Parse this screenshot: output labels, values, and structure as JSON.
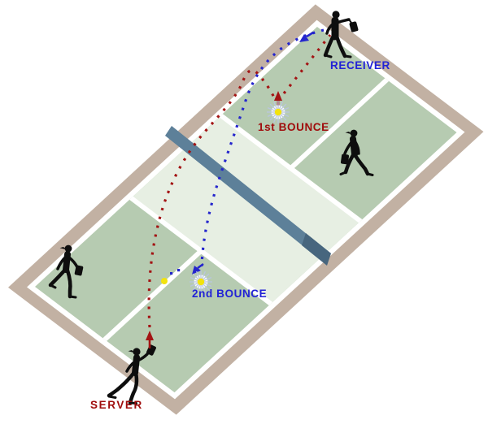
{
  "labels": {
    "receiver": "RECEIVER",
    "first_bounce": "1st BOUNCE",
    "second_bounce": "2nd BOUNCE",
    "server": "SERVER"
  },
  "colors": {
    "background": "#ffffff",
    "court_green": "#b6cbb1",
    "kitchen_green": "#e7efe3",
    "border_tan": "#c2b1a3",
    "line_white": "#ffffff",
    "net_slate": "#5d8099",
    "net_slate_dark": "#47667e",
    "serve_red": "#a31414",
    "return_blue": "#2526cd",
    "label_red": "#a00d0d",
    "label_blue": "#2222d6",
    "ball_yellow": "#f2e30e",
    "burst_spike": "#b9c6df",
    "burst_fill": "#ffffff",
    "player_black": "#0e0e0e"
  },
  "icons": {
    "bounce_burst": "starburst-with-yellow-center",
    "ball": "yellow-dot",
    "direction_arrow": "arrowhead",
    "player": "black-silhouette-with-paddle"
  }
}
